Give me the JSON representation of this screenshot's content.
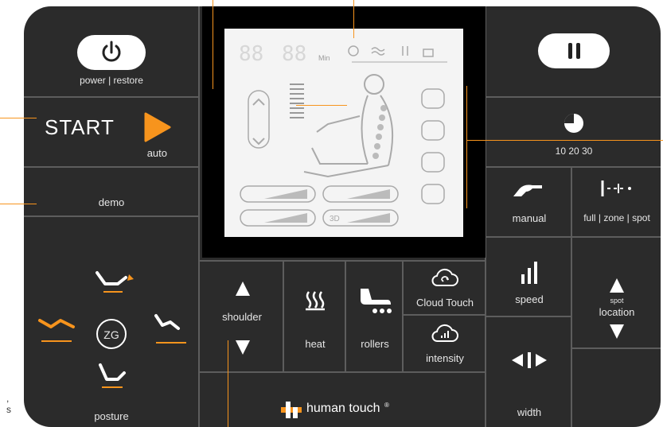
{
  "labels": {
    "power": "power | restore",
    "start": "START",
    "auto": "auto",
    "demo": "demo",
    "posture": "posture",
    "zg": "ZG",
    "timer": "10  20  30",
    "manual": "manual",
    "full_zone_spot": "full | zone | spot",
    "speed": "speed",
    "spot": "spot",
    "location": "location",
    "width": "width",
    "shoulder": "shoulder",
    "heat": "heat",
    "rollers": "rollers",
    "cloud_touch": "Cloud Touch",
    "intensity": "intensity",
    "brand": "human touch",
    "brand_mark": "®",
    "lcd_digits_left": "88",
    "lcd_digits_right": "88",
    "lcd_min": "Min",
    "lcd_3d": "3D"
  },
  "page_fragment": ",\ns",
  "icons": {
    "power": "power-icon",
    "start": "play-triangle-icon",
    "pause": "pause-icon",
    "timer": "pie-timer-icon",
    "manual": "hand-icon",
    "full_zone_spot": "zone-bracket-icon",
    "speed": "bars-icon",
    "up": "triangle-up-icon",
    "down": "triangle-down-icon",
    "width": "width-arrows-icon",
    "heat": "heat-waves-icon",
    "rollers": "foot-roller-icon",
    "cloud_touch": "cloud-refresh-icon",
    "intensity": "cloud-bars-icon",
    "brand": "human-touch-logo-icon"
  },
  "colors": {
    "panel": "#2b2b2b",
    "accent": "#f7941d",
    "divider": "#5d5d5d",
    "lcd": "#f4f4f4"
  }
}
